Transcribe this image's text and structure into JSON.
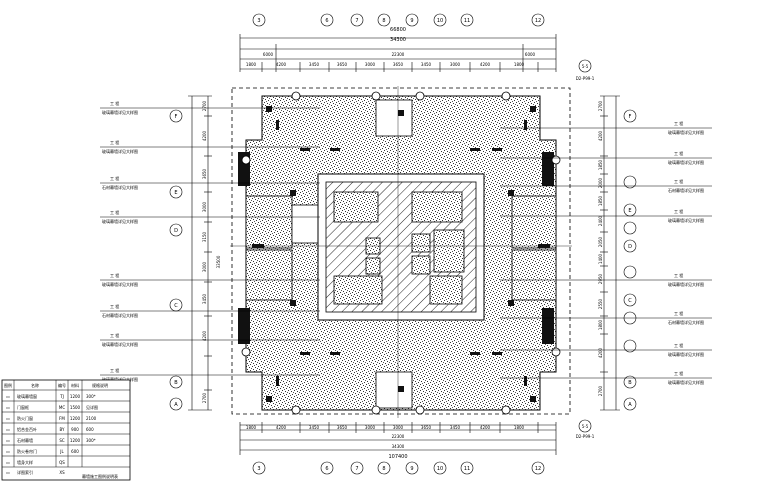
{
  "axes": {
    "top": [
      "3",
      "6",
      "7",
      "8",
      "9",
      "10",
      "11",
      "12"
    ],
    "bottom": [
      "3",
      "6",
      "7",
      "8",
      "9",
      "10",
      "11",
      "12"
    ],
    "left": [
      "F",
      "E",
      "D",
      "C",
      "B",
      "A"
    ],
    "right": [
      "F",
      "E",
      "D",
      "C",
      "B",
      "A"
    ]
  },
  "dims": {
    "top_total": "34300",
    "top_overall": "66800",
    "top_mid": [
      "6000",
      "22300",
      "6000"
    ],
    "top_segments": [
      "1800",
      "4200",
      "3450",
      "3650",
      "3000",
      "3650",
      "3450",
      "3000",
      "4200",
      "1800"
    ],
    "bottom_segments": [
      "1800",
      "4200",
      "3450",
      "3650",
      "3000",
      "3000",
      "3650",
      "3450",
      "4200",
      "1800"
    ],
    "bottom_mid": "22300",
    "bottom_total": "34300",
    "bottom_overall": "107400",
    "left_segments": [
      "2700",
      "4200",
      "3650",
      "3000",
      "3150",
      "3000",
      "3450",
      "4200",
      "2700"
    ],
    "left_total": "33500",
    "right_segments": [
      "2700",
      "4200",
      "1850",
      "2000",
      "1850",
      "2400",
      "2050",
      "1400",
      "2950",
      "2550",
      "1800",
      "4200",
      "2700"
    ]
  },
  "section_marks": {
    "top": "5-5",
    "top_ref": "D2-P99-1",
    "bottom": "5-5",
    "bottom_ref": "D2-P99-1"
  },
  "callout_tag": "工 程",
  "callouts_left": [
    "玻璃幕墙详见大样图",
    "玻璃幕墙详见大样图",
    "石材幕墙详见大样图",
    "玻璃幕墙详见大样图",
    "玻璃幕墙详见大样图",
    "石材幕墙详见大样图",
    "玻璃幕墙详见大样图",
    "玻璃幕墙详见大样图"
  ],
  "callouts_right": [
    "玻璃幕墙详见大样图",
    "玻璃幕墙详见大样图",
    "石材幕墙详见大样图",
    "玻璃幕墙详见大样图",
    "玻璃幕墙详见大样图",
    "石材幕墙详见大样图",
    "玻璃幕墙详见大样图",
    "玻璃幕墙详见大样图"
  ],
  "legend": {
    "headers": [
      "图例",
      "名称",
      "编号",
      "材料",
      "规格说明"
    ],
    "rows": [
      [
        "▭",
        "玻璃幕墙窗",
        "TJ",
        "1200",
        "300*"
      ],
      [
        "▭",
        "门窗框",
        "MC",
        "1500",
        "见详图"
      ],
      [
        "▭",
        "防火门窗",
        "FM",
        "1200",
        "2100"
      ],
      [
        "▭",
        "铝合金百叶",
        "BY",
        "900",
        "600"
      ],
      [
        "▭",
        "石材幕墙",
        "SC",
        "1200",
        "300*"
      ],
      [
        "▭",
        "防火卷帘门",
        "JL",
        "600",
        ""
      ],
      [
        "▭",
        "墙身大样",
        "QS",
        "",
        ""
      ],
      [
        "▭",
        "详图索引",
        "XS",
        "",
        ""
      ]
    ],
    "footer": "幕墙施工图例说明表"
  }
}
